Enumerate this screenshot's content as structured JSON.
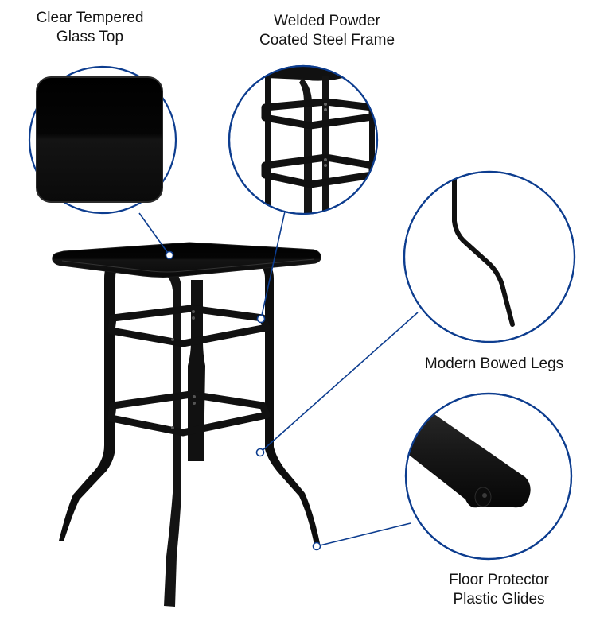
{
  "accent_color": "#0d3d8f",
  "product_color": "#0a0a0a",
  "callouts": [
    {
      "id": "glass-top",
      "lines": [
        "Clear Tempered",
        "Glass Top"
      ]
    },
    {
      "id": "steel-frame",
      "lines": [
        "Welded Powder",
        "Coated Steel Frame"
      ]
    },
    {
      "id": "bowed-legs",
      "lines": [
        "Modern Bowed Legs"
      ]
    },
    {
      "id": "floor-glides",
      "lines": [
        "Floor Protector",
        "Plastic Glides"
      ]
    }
  ]
}
